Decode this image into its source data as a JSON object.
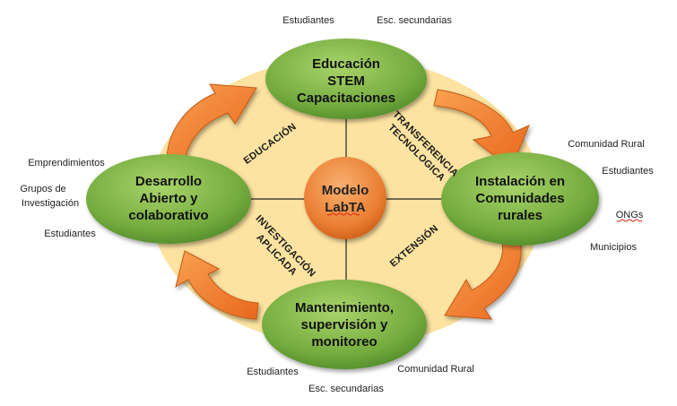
{
  "diagram": {
    "center": {
      "lines": [
        "Modelo",
        "LabTA"
      ]
    },
    "nodes": {
      "top": {
        "lines": [
          "Educación",
          "STEM",
          "Capacitaciones"
        ]
      },
      "right": {
        "lines": [
          "Instalación en",
          "Comunidades",
          "rurales"
        ]
      },
      "bottom": {
        "lines": [
          "Mantenimiento,",
          "supervisión y",
          "monitoreo"
        ]
      },
      "left": {
        "lines": [
          "Desarrollo",
          "Abierto y",
          "colaborativo"
        ]
      }
    },
    "axis_labels": {
      "education": [
        "EDUCACIÓN"
      ],
      "transfer": [
        "TRANSFERENCIA",
        "TECNOLOGICA"
      ],
      "extension": [
        "EXTENSIÓN"
      ],
      "research": [
        "INVESTIGACIÓN",
        "APLICADA"
      ]
    },
    "participants": {
      "top_left": "Estudiantes",
      "top_right": "Esc. secundarias",
      "right_1": "Comunidad Rural",
      "right_2": "Estudiantes",
      "right_3": "ONGs",
      "right_4": "Municipios",
      "left_1": "Emprendimientos",
      "left_2a": "Grupos de",
      "left_2b": "Investigación",
      "left_3": "Estudiantes",
      "bottom_left": "Estudiantes",
      "bottom_right": "Comunidad Rural",
      "bottom_center": "Esc. secundarias"
    },
    "colors": {
      "backdrop": "#FDE3A1",
      "node_light": "#9CCB5E",
      "node_dark": "#4F8A2A",
      "center_light": "#F5A35A",
      "center_dark": "#D9621A",
      "arrow": "#F47C2C",
      "arrow_edge": "#C25A14"
    }
  }
}
